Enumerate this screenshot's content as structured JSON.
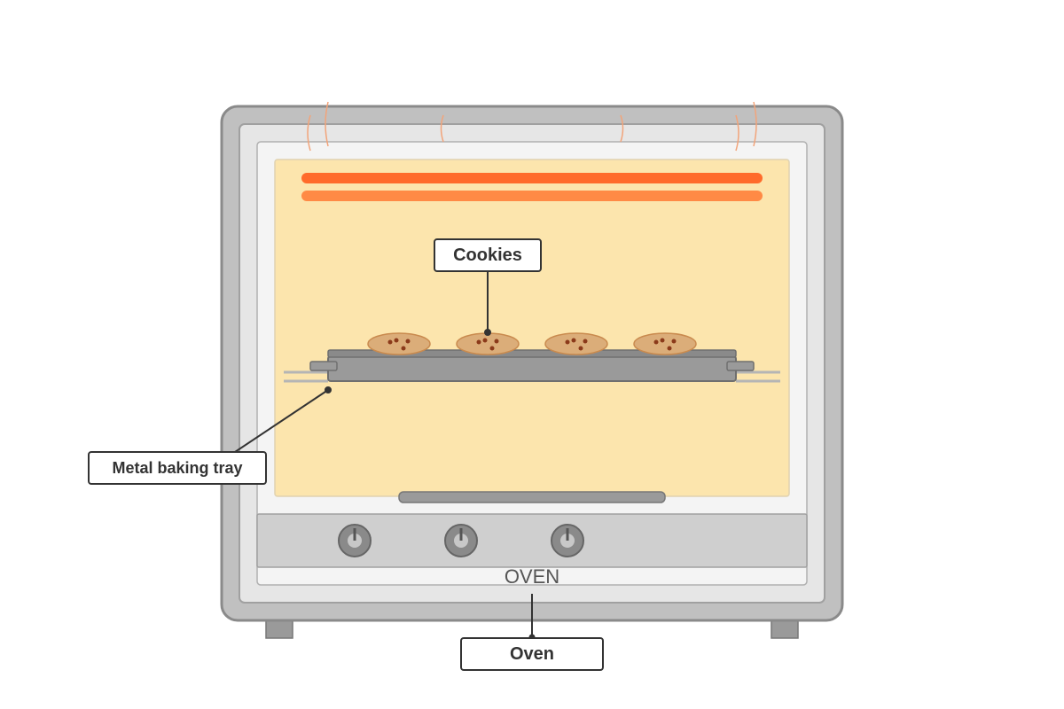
{
  "labels": {
    "cookies": "Cookies",
    "tray": "Metal baking tray",
    "oven": "Oven"
  },
  "oven_text": "OVEN",
  "cookie_count": 4,
  "knob_count": 3,
  "colors": {
    "oven_body": "#c0c0c0",
    "oven_interior": "#fce5ad",
    "heating_element": "#ff6b2b",
    "heating_element_secondary": "#ff8a45",
    "cookie": "#dbad79",
    "cookie_chip": "#8b3a1a",
    "tray": "#9a9a9a",
    "control_panel": "#cfcfcf",
    "knob": "#8a8a8a",
    "callout_border": "#333333"
  }
}
